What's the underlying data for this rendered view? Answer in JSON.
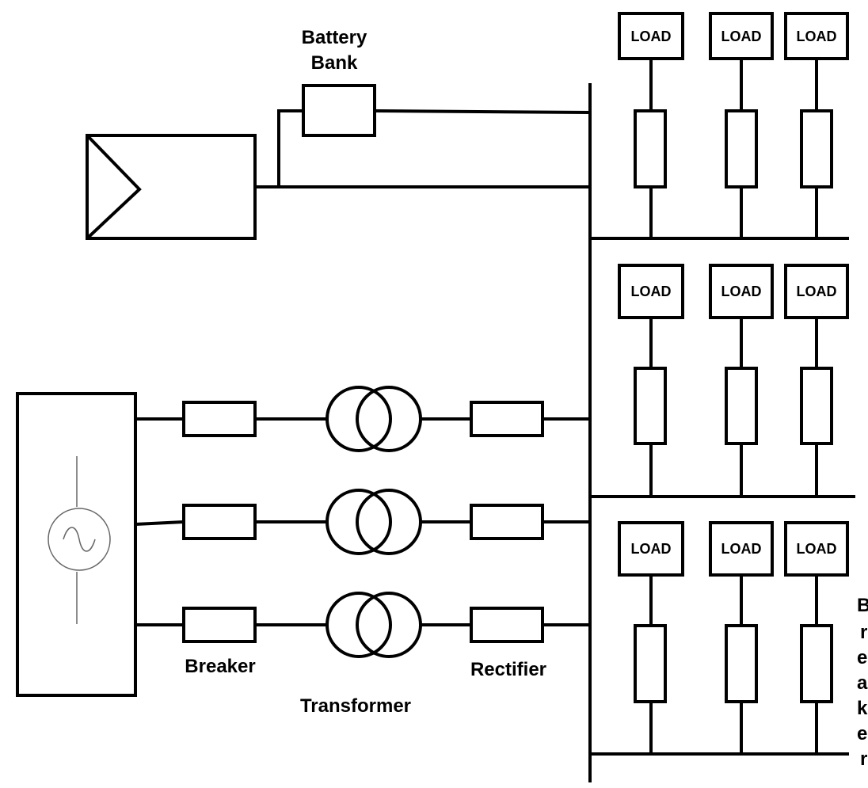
{
  "labels": {
    "battery_bank_line1": "Battery",
    "battery_bank_line2": "Bank",
    "breaker": "Breaker",
    "transformer": "Transformer",
    "rectifier": "Rectifier",
    "load": "LOAD"
  },
  "cropped_text_fragments": [
    "B",
    "r",
    "e",
    "a",
    "k",
    "e",
    "r"
  ],
  "colors": {
    "stroke": "#000000",
    "generator_symbol": "#666666",
    "background": "#ffffff"
  }
}
